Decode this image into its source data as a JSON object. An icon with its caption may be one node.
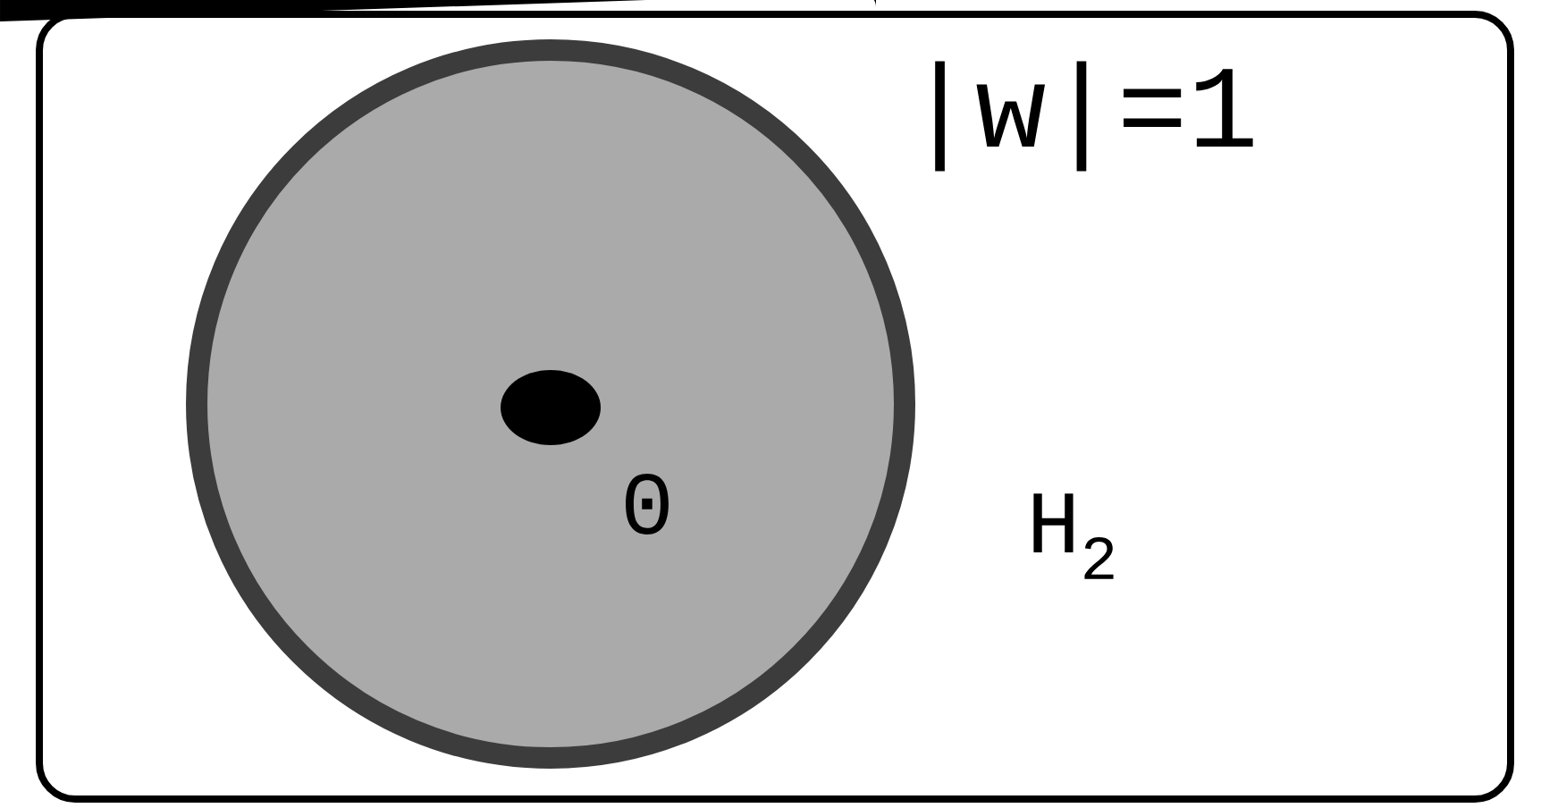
{
  "diagram": {
    "labels": [
      "|w|=1",
      "0",
      "H$_{2}$"
    ]
  }
}
